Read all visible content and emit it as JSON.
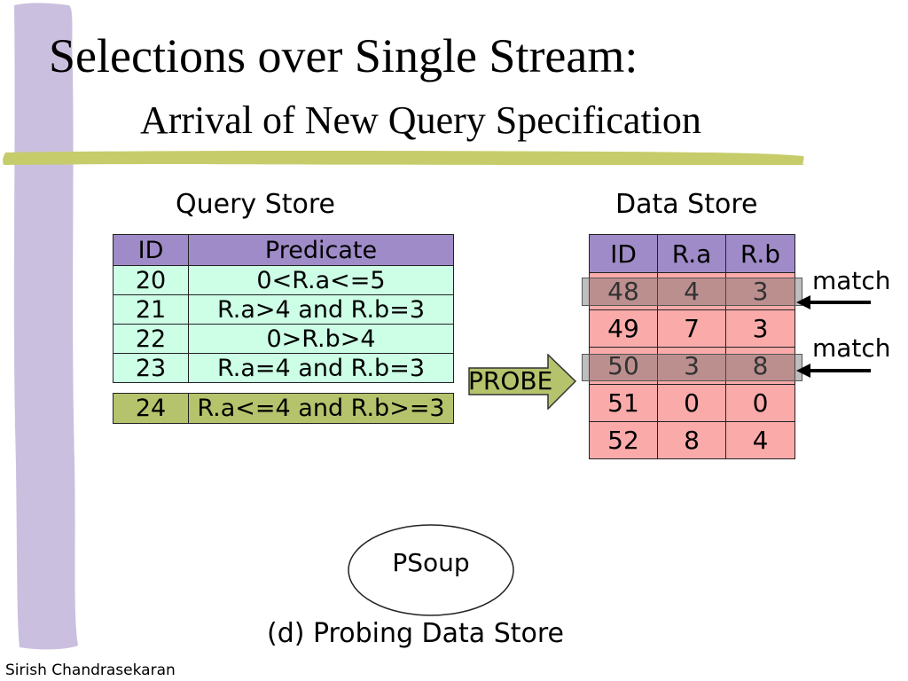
{
  "title": "Selections over Single Stream:",
  "subtitle": "Arrival of New Query Specification",
  "query_store": {
    "label": "Query Store",
    "headers": {
      "id": "ID",
      "predicate": "Predicate"
    },
    "rows": [
      {
        "id": "20",
        "predicate": "0<R.a<=5"
      },
      {
        "id": "21",
        "predicate": "R.a>4 and R.b=3"
      },
      {
        "id": "22",
        "predicate": "0>R.b>4"
      },
      {
        "id": "23",
        "predicate": "R.a=4 and R.b=3"
      }
    ],
    "new_query": {
      "id": "24",
      "predicate": "R.a<=4 and R.b>=3"
    }
  },
  "data_store": {
    "label": "Data Store",
    "headers": {
      "id": "ID",
      "ra": "R.a",
      "rb": "R.b"
    },
    "rows": [
      {
        "id": "48",
        "ra": "4",
        "rb": "3"
      },
      {
        "id": "49",
        "ra": "7",
        "rb": "3"
      },
      {
        "id": "50",
        "ra": "3",
        "rb": "8"
      },
      {
        "id": "51",
        "ra": "0",
        "rb": "0"
      },
      {
        "id": "52",
        "ra": "8",
        "rb": "4"
      }
    ]
  },
  "probe_label": "PROBE",
  "match_labels": [
    "match",
    "match"
  ],
  "psoup_label": "PSoup",
  "caption": "(d) Probing Data Store",
  "author": "Sirish Chandrasekaran",
  "colors": {
    "sidebar": "#cbbfdf",
    "rule": "#c6cc6a",
    "header": "#9f8bc7",
    "query_rows": "#ccffe6",
    "new_query_row": "#b5c36c",
    "data_rows": "#fbaaaa",
    "probe_arrow": "#b5c36c"
  }
}
